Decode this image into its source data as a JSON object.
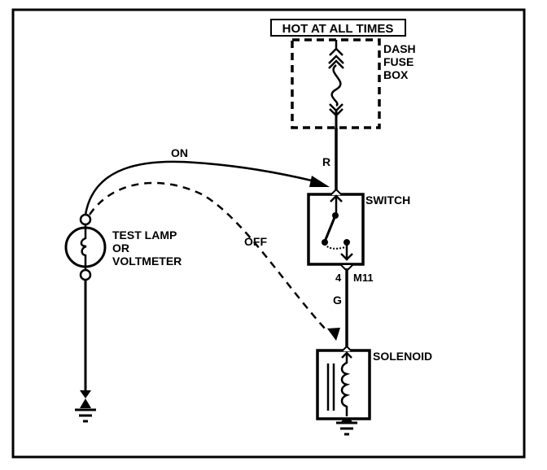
{
  "diagram": {
    "title": "Test lamp / voltmeter check of switch and solenoid circuit",
    "colors": {
      "ink": "#000000",
      "paper": "#ffffff"
    },
    "labels": {
      "power_source": "HOT AT ALL TIMES",
      "fuse_box": [
        "DASH",
        "FUSE",
        "BOX"
      ],
      "wire_red": "R",
      "switch": "SWITCH",
      "connector_pin": "4",
      "connector_id": "M11",
      "wire_green": "G",
      "solenoid": "SOLENOID",
      "test_device": [
        "TEST LAMP",
        "OR",
        "VOLTMETER"
      ],
      "probe_on": "ON",
      "probe_off": "OFF"
    },
    "components": [
      {
        "id": "power-source",
        "type": "label-box"
      },
      {
        "id": "dash-fuse-box",
        "type": "fuse",
        "enclosure": "dashed"
      },
      {
        "id": "switch",
        "type": "switch"
      },
      {
        "id": "connector-m11",
        "type": "connector"
      },
      {
        "id": "solenoid",
        "type": "coil"
      },
      {
        "id": "test-lamp",
        "type": "test-lamp"
      },
      {
        "id": "ground-test-lamp",
        "type": "ground"
      },
      {
        "id": "ground-solenoid",
        "type": "ground"
      }
    ],
    "connections": [
      {
        "from": "dash-fuse-box",
        "to": "switch",
        "wire": "R"
      },
      {
        "from": "switch",
        "to": "solenoid",
        "wire": "G",
        "via": "connector-m11 pin 4"
      },
      {
        "from": "solenoid",
        "to": "ground-solenoid"
      },
      {
        "from": "test-lamp",
        "to": "ground-test-lamp"
      },
      {
        "from": "test-lamp",
        "to": "switch input",
        "probe": "ON",
        "style": "solid"
      },
      {
        "from": "test-lamp",
        "to": "solenoid input",
        "probe": "OFF",
        "style": "dashed"
      }
    ]
  }
}
